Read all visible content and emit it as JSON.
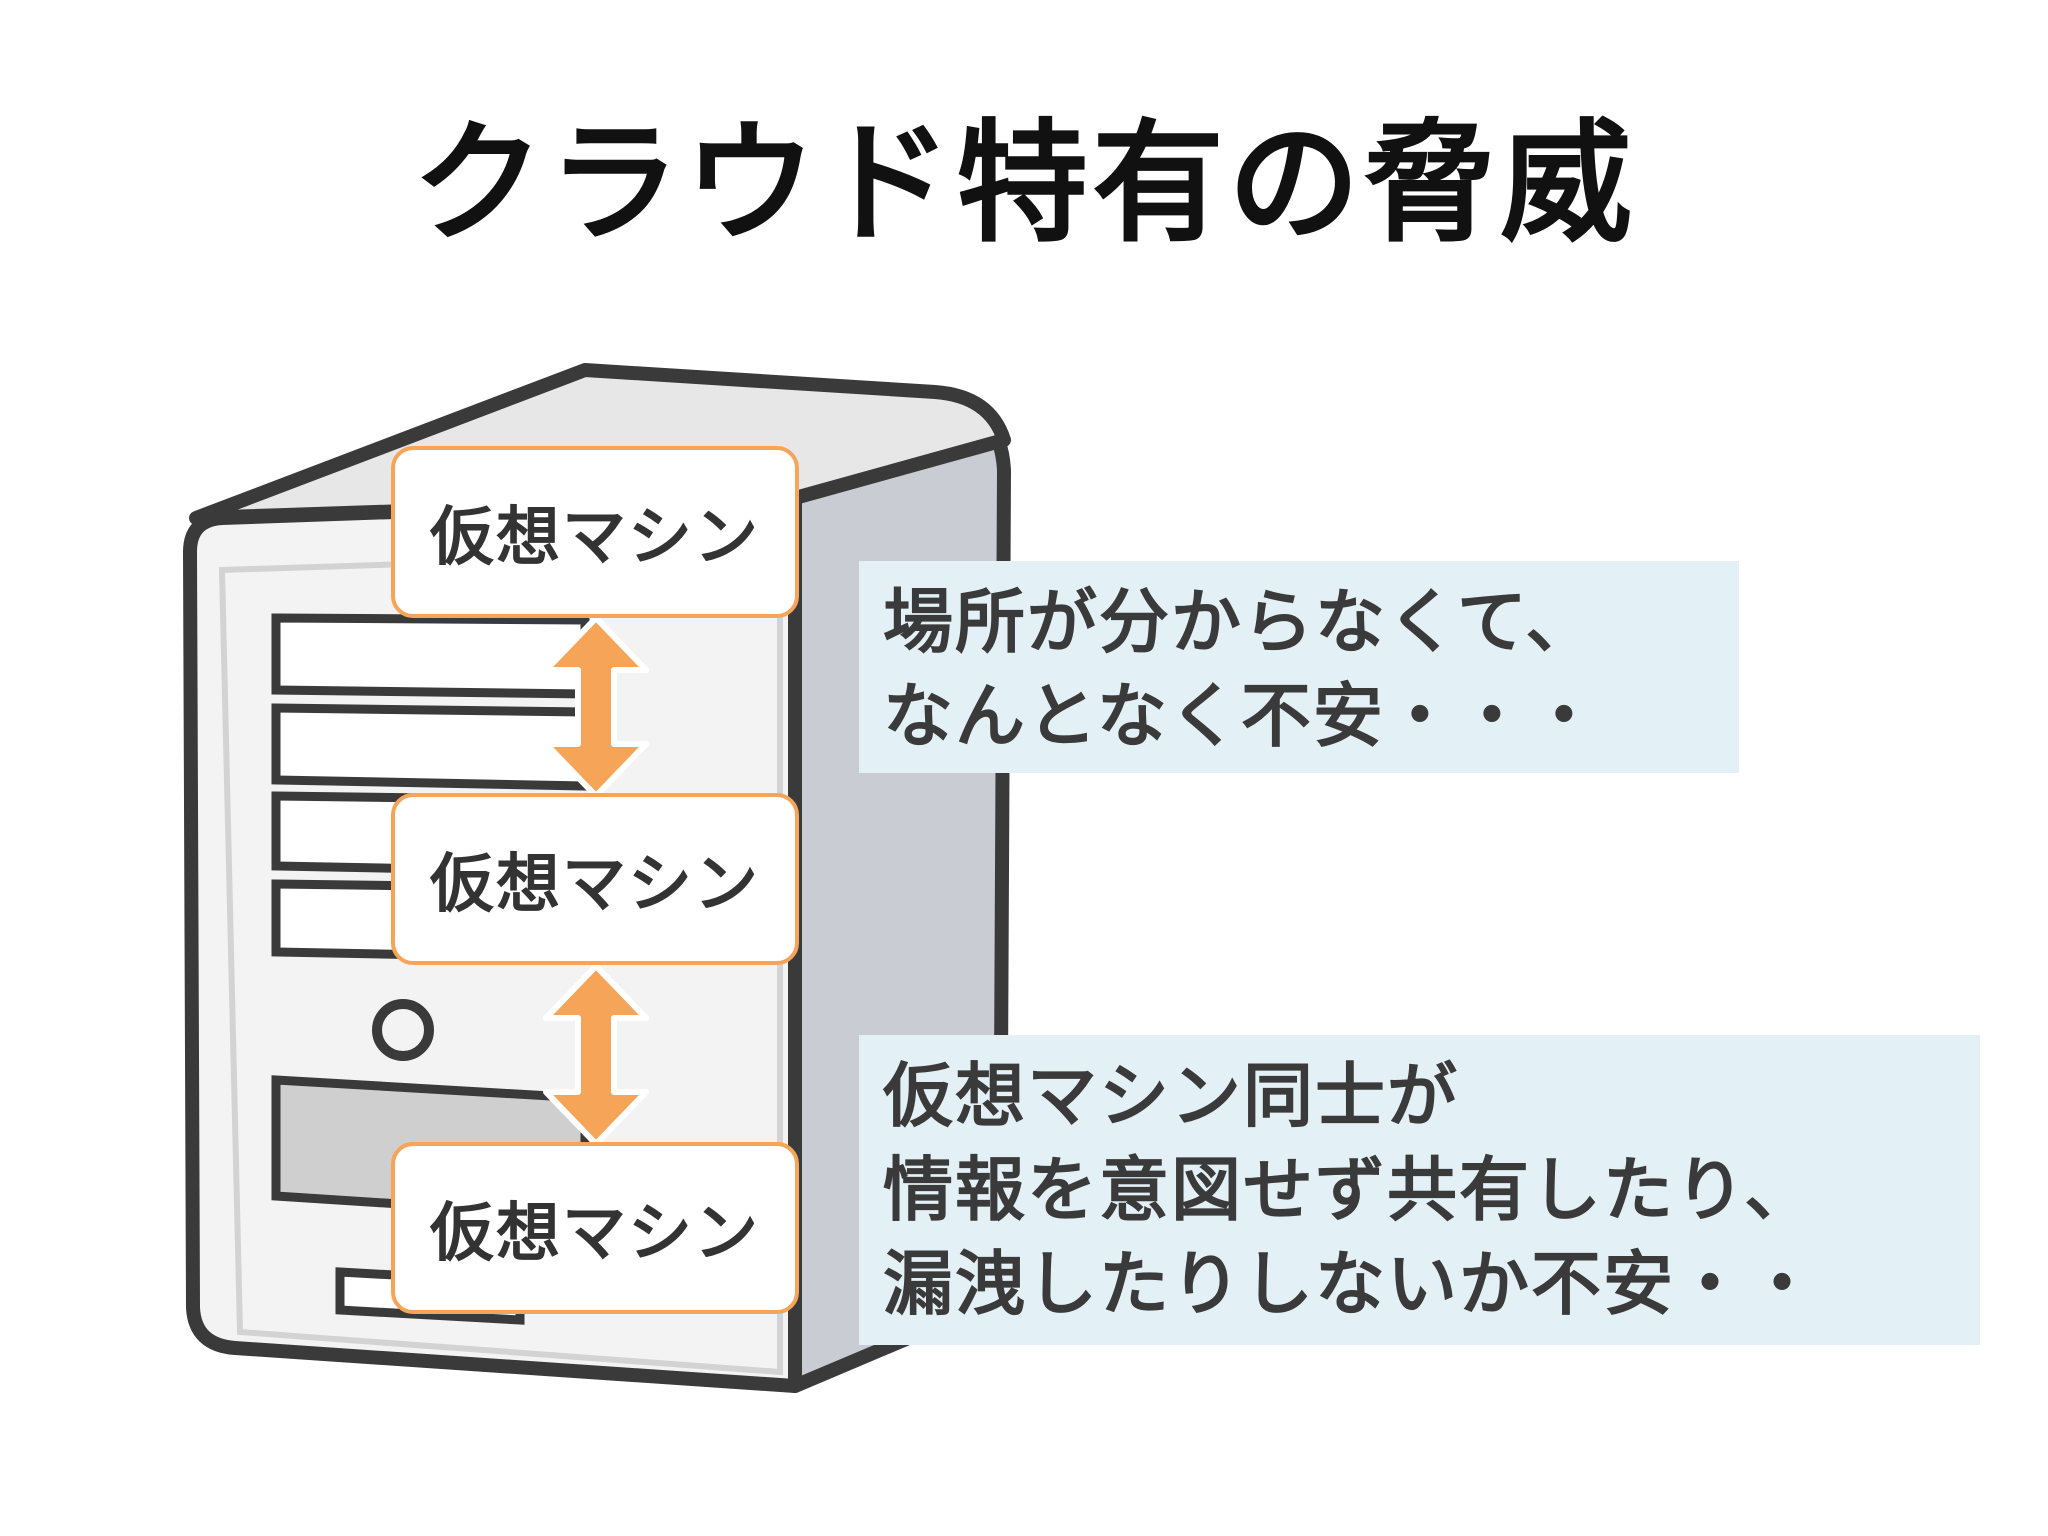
{
  "title": "クラウド特有の脅威",
  "virtual_machines": [
    {
      "label": "仮想マシン"
    },
    {
      "label": "仮想マシン"
    },
    {
      "label": "仮想マシン"
    }
  ],
  "notes": [
    {
      "lines": [
        "場所が分からなくて、",
        "なんとなく不安・・・"
      ]
    },
    {
      "lines": [
        "仮想マシン同士が",
        "情報を意図せず共有したり、",
        "漏洩したりしないか不安・・"
      ]
    }
  ],
  "colors": {
    "accent_orange": "#f5a458",
    "note_background": "#e3f0f5",
    "server_side": "#c9ccd2",
    "server_front": "#f3f3f3",
    "server_outline": "#3a3a3a"
  },
  "icons": [
    "server-tower-icon",
    "double-arrow-icon"
  ]
}
